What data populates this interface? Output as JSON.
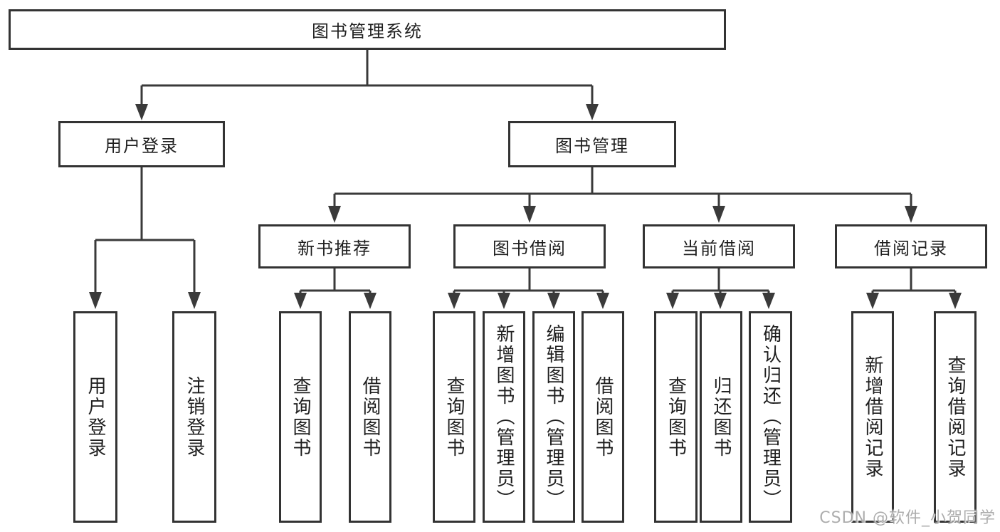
{
  "root": "图书管理系统",
  "level1": [
    "用户登录",
    "图书管理"
  ],
  "level2": [
    "新书推荐",
    "图书借阅",
    "当前借阅",
    "借阅记录"
  ],
  "leaves": {
    "login": [
      "用户登录",
      "注销登录"
    ],
    "recommend": [
      "查询图书",
      "借阅图书"
    ],
    "borrow": [
      "查询图书",
      "新增图书（管理员）",
      "编辑图书（管理员）",
      "借阅图书"
    ],
    "current": [
      "查询图书",
      "归还图书",
      "确认归还（管理员）"
    ],
    "records": [
      "新增借阅记录",
      "查询借阅记录"
    ]
  },
  "watermark": "CSDN @软件_小贺同学",
  "colors": {
    "line": "#3a3a3a",
    "border": "#333333",
    "text": "#1f1f1f",
    "watermark": "#919191",
    "background": "#ffffff"
  }
}
